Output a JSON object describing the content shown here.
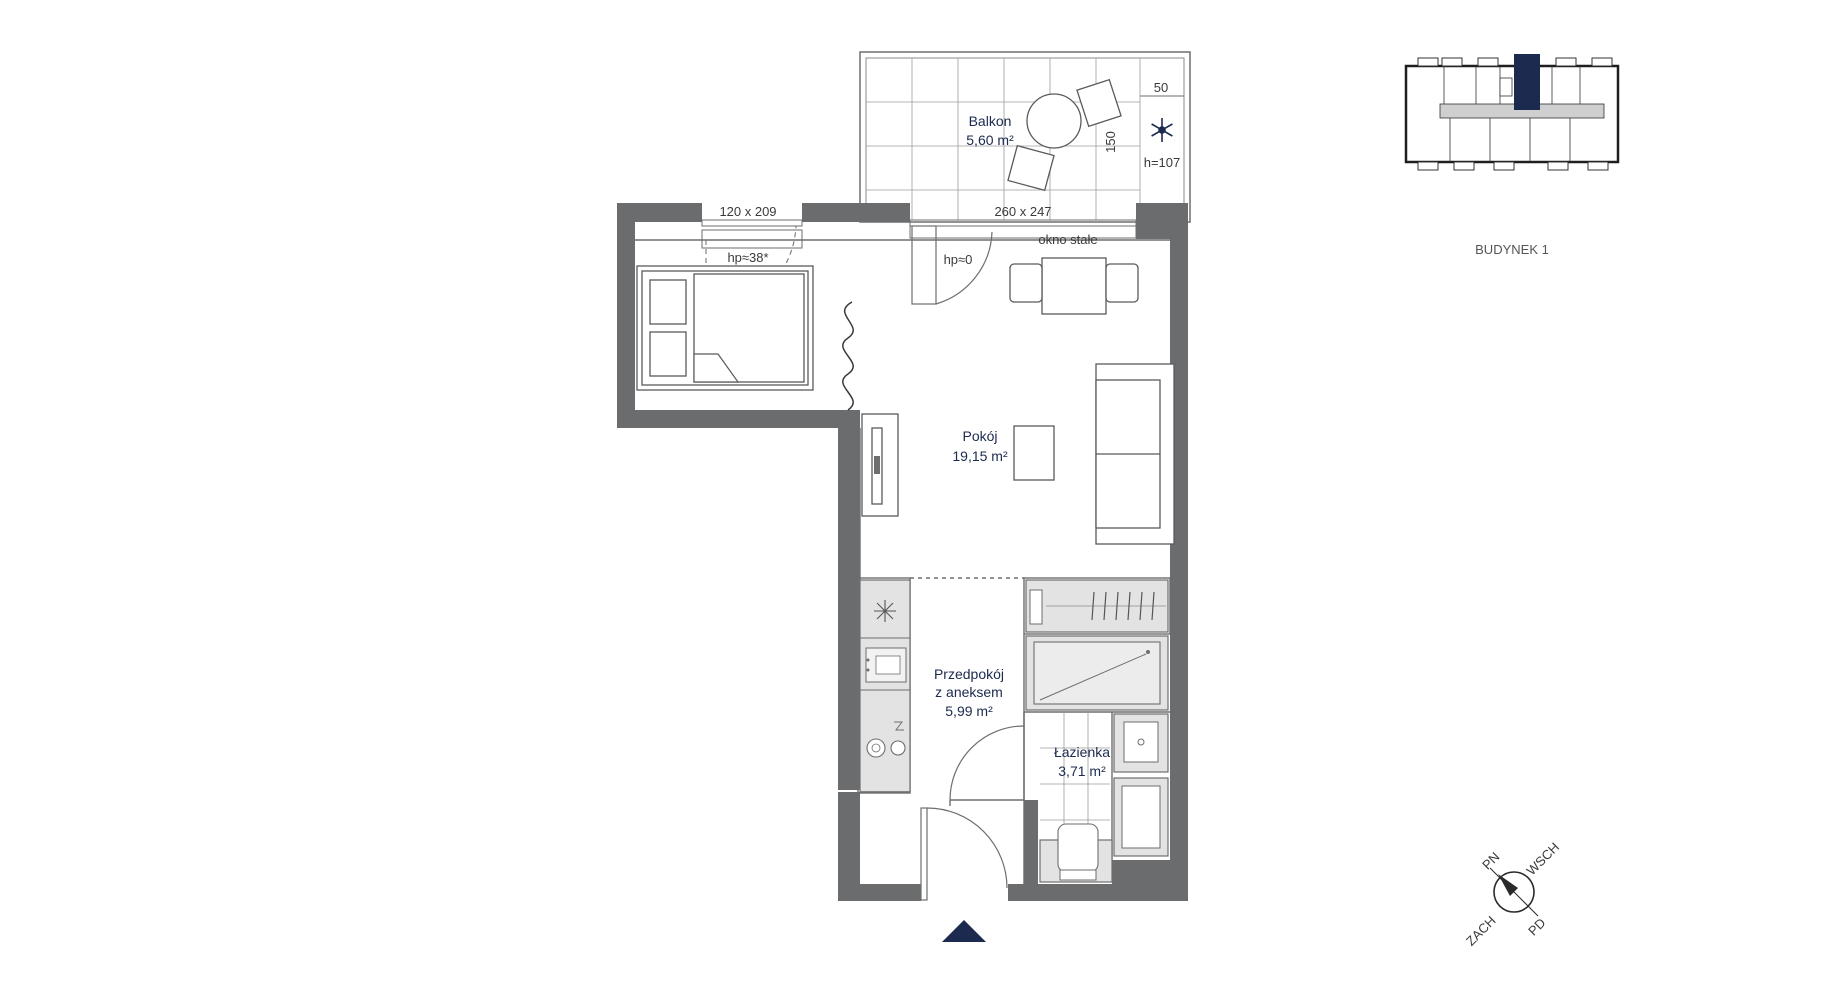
{
  "rooms": {
    "balcony": {
      "name": "Balkon",
      "area": "5,60 m²"
    },
    "living": {
      "name": "Pokój",
      "area": "19,15 m²"
    },
    "hall": {
      "name_line1": "Przedpokój",
      "name_line2": "z aneksem",
      "area": "5,99 m²"
    },
    "bath": {
      "name": "Łazienka",
      "area": "3,71 m²"
    }
  },
  "dimensions": {
    "window_left": "120 x 209",
    "window_right": "260 x 247",
    "sill_left": "hp≈38*",
    "sill_right": "hp≈0",
    "fixed_window": "okno stałe",
    "balcony_width": "50",
    "balcony_depth": "150",
    "railing_height": "h=107"
  },
  "building": {
    "label": "BUDYNEK 1"
  },
  "compass": {
    "north": "PN",
    "east": "WSCH",
    "south": "PD",
    "west": "ZACH"
  },
  "icons": {
    "ac_unit": "snowflake-icon",
    "entrance": "entrance-arrow-icon"
  },
  "colors": {
    "wall": "#6b6c6e",
    "accent": "#1b2a4e",
    "fill": "#e3e3e3"
  }
}
